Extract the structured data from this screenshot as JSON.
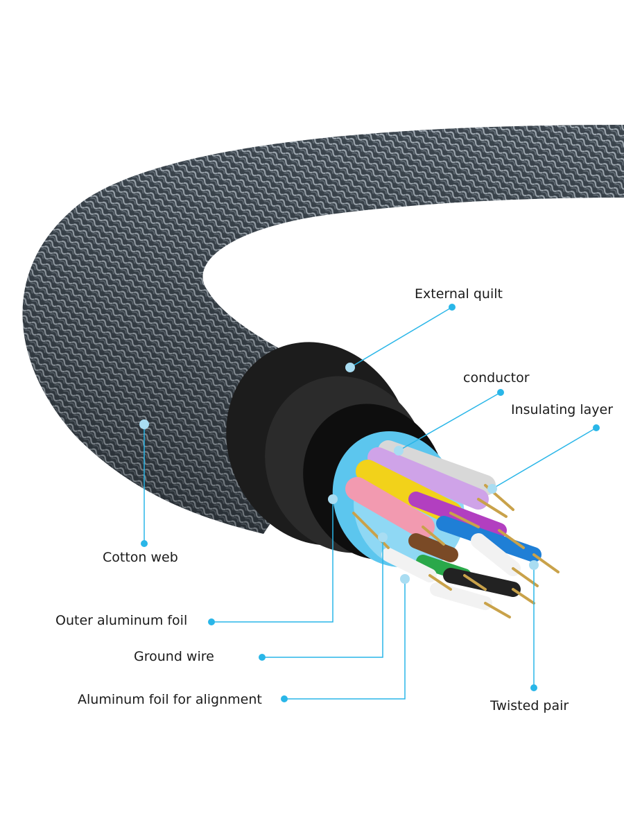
{
  "labels": {
    "external_quilt": "External quilt",
    "conductor": "conductor",
    "insulating_layer": "Insulating layer",
    "cotton_web": "Cotton web",
    "outer_aluminum_foil": "Outer aluminum foil",
    "ground_wire": "Ground wire",
    "aluminum_foil_alignment": "Aluminum foil for alignment",
    "twisted_pair": "Twisted pair"
  },
  "colors": {
    "leader": "#29b6e8",
    "braid": "#4a5560",
    "jacket": "#111111",
    "inner_foil": "#5cc6ee",
    "core_yellow": "#f2d21a",
    "core_pink": "#f29ab0",
    "core_purple": "#cfa3e8",
    "core_magenta": "#b23fc0",
    "core_blue": "#1f7fd6",
    "core_green": "#2aa84a",
    "core_brown": "#7a4a26",
    "core_white": "#f2f2f2",
    "core_black": "#222222",
    "copper": "#c9a24a"
  }
}
